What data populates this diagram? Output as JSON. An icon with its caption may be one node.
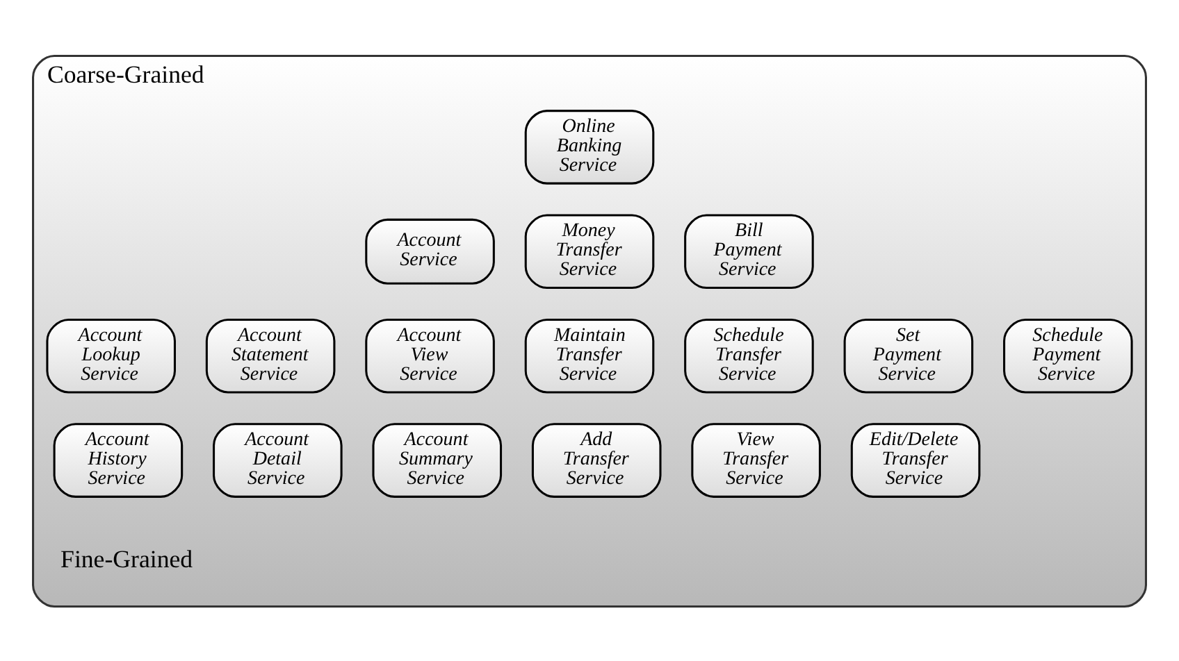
{
  "diagram": {
    "nodes": [
      {
        "text": [
          "Coarse-Grained",
          "Fine-Grained"
        ]
      },
      {
        "text": [
          "Online Banking Service"
        ],
        "in": 0
      },
      {
        "text": [
          "Account Service"
        ],
        "in": 0
      },
      {
        "text": [
          "Money Transfer Service"
        ],
        "in": 0
      },
      {
        "text": [
          "Bill Payment Service"
        ],
        "in": 0
      },
      {
        "text": [
          "Account Lookup Service"
        ],
        "in": 0
      },
      {
        "text": [
          "Account Statement Service"
        ],
        "in": 0
      },
      {
        "text": [
          "Account View Service"
        ],
        "in": 0
      },
      {
        "text": [
          "Maintain Transfer Service"
        ],
        "in": 0
      },
      {
        "text": [
          "Schedule Transfer Service"
        ],
        "in": 0
      },
      {
        "text": [
          "Set Payment Service"
        ],
        "in": 0
      },
      {
        "text": [
          "Schedule Payment Service"
        ],
        "in": 0
      },
      {
        "text": [
          "Account History Service"
        ],
        "in": 0
      },
      {
        "text": [
          "Account Detail Service"
        ],
        "in": 0
      },
      {
        "text": [
          "Account Summary Service"
        ],
        "in": 0
      },
      {
        "text": [
          "Add Transfer Service"
        ],
        "in": 0
      },
      {
        "text": [
          "View Transfer Service"
        ],
        "in": 0
      },
      {
        "text": [
          "Edit/Delete Transfer Service"
        ],
        "in": 0
      }
    ],
    "edges": []
  }
}
